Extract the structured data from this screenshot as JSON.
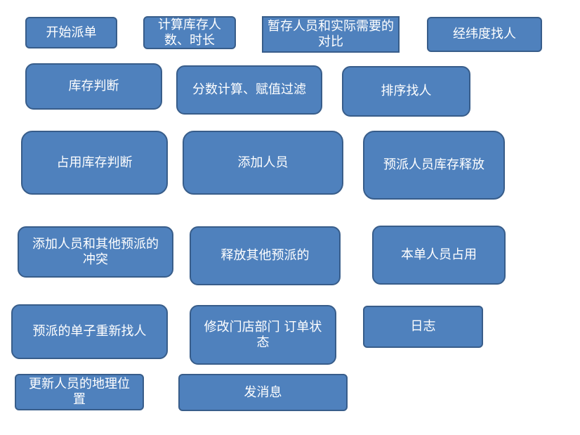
{
  "boxes": [
    {
      "id": "b1",
      "label": "开始派单"
    },
    {
      "id": "b2",
      "label": "计算库存人数、时长"
    },
    {
      "id": "b3",
      "label": "暂存人员和实际需要的对比"
    },
    {
      "id": "b4",
      "label": "经纬度找人"
    },
    {
      "id": "b5",
      "label": "库存判断"
    },
    {
      "id": "b6",
      "label": "分数计算、赋值过滤"
    },
    {
      "id": "b7",
      "label": "排序找人"
    },
    {
      "id": "b8",
      "label": "占用库存判断"
    },
    {
      "id": "b9",
      "label": "添加人员"
    },
    {
      "id": "b10",
      "label": "预派人员库存释放"
    },
    {
      "id": "b11",
      "label": "添加人员和其他预派的冲突"
    },
    {
      "id": "b12",
      "label": "释放其他预派的"
    },
    {
      "id": "b13",
      "label": "本单人员占用"
    },
    {
      "id": "b14",
      "label": "预派的单子重新找人"
    },
    {
      "id": "b15",
      "label": "修改门店部门 订单状态"
    },
    {
      "id": "b16",
      "label": "日志"
    },
    {
      "id": "b17",
      "label": "更新人员的地理位置"
    },
    {
      "id": "b18",
      "label": "发消息"
    }
  ]
}
